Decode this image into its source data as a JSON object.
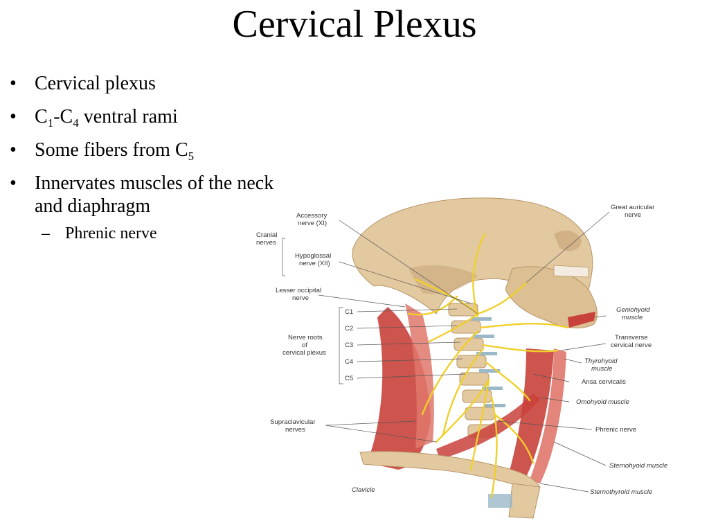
{
  "slide": {
    "title": "Cervical Plexus",
    "bullets": [
      {
        "parts": [
          {
            "t": "Cervical plexus"
          }
        ]
      },
      {
        "parts": [
          {
            "t": "C"
          },
          {
            "t": "1",
            "sub": true
          },
          {
            "t": "-C"
          },
          {
            "t": "4",
            "sub": true
          },
          {
            "t": " ventral rami"
          }
        ]
      },
      {
        "parts": [
          {
            "t": "Some fibers from C"
          },
          {
            "t": "5",
            "sub": true
          }
        ]
      },
      {
        "parts": [
          {
            "t": "Innervates muscles of the neck and diaphragm"
          }
        ]
      }
    ],
    "sub_bullets": [
      {
        "parts": [
          {
            "t": "Phrenic nerve"
          }
        ]
      }
    ],
    "bullet_symbol": "•",
    "sub_bullet_symbol": "–"
  },
  "figure": {
    "labels_left": {
      "cranial_nerves": [
        "Cranial",
        "nerves"
      ],
      "accessory": [
        "Accessory",
        "nerve (XI)"
      ],
      "hypoglossal": [
        "Hypoglossal",
        "nerve (XII)"
      ],
      "lesser_occipital": [
        "Lesser occipital",
        "nerve"
      ],
      "nerve_roots": [
        "Nerve roots",
        "of",
        "cervical plexus"
      ],
      "roots": [
        "C1",
        "C2",
        "C3",
        "C4",
        "C5"
      ],
      "supraclavicular": [
        "Supraclavicular",
        "nerves"
      ],
      "clavicle": "Clavicle"
    },
    "labels_right": {
      "great_auricular": [
        "Great auricular",
        "nerve"
      ],
      "geniohyoid": [
        "Geniohyoid",
        "muscle"
      ],
      "transverse_cervical": [
        "Transverse",
        "cervical nerve"
      ],
      "thyrohyoid": [
        "Thyrohyoid",
        "muscle"
      ],
      "ansa_cervicalis": "Ansa cervicalis",
      "omohyoid": "Omohyoid muscle",
      "phrenic": "Phrenic nerve",
      "sternohyoid": "Sternohyoid muscle",
      "sternothyroid": "Sternothyroid muscle"
    },
    "colors": {
      "bone": "#e3c9a0",
      "bone_shadow": "#c6a274",
      "muscle": "#c9413b",
      "muscle_light": "#e0786c",
      "nerve": "#f0cf2a",
      "vertebra": "#9bb8c8",
      "leader": "#555555"
    }
  }
}
